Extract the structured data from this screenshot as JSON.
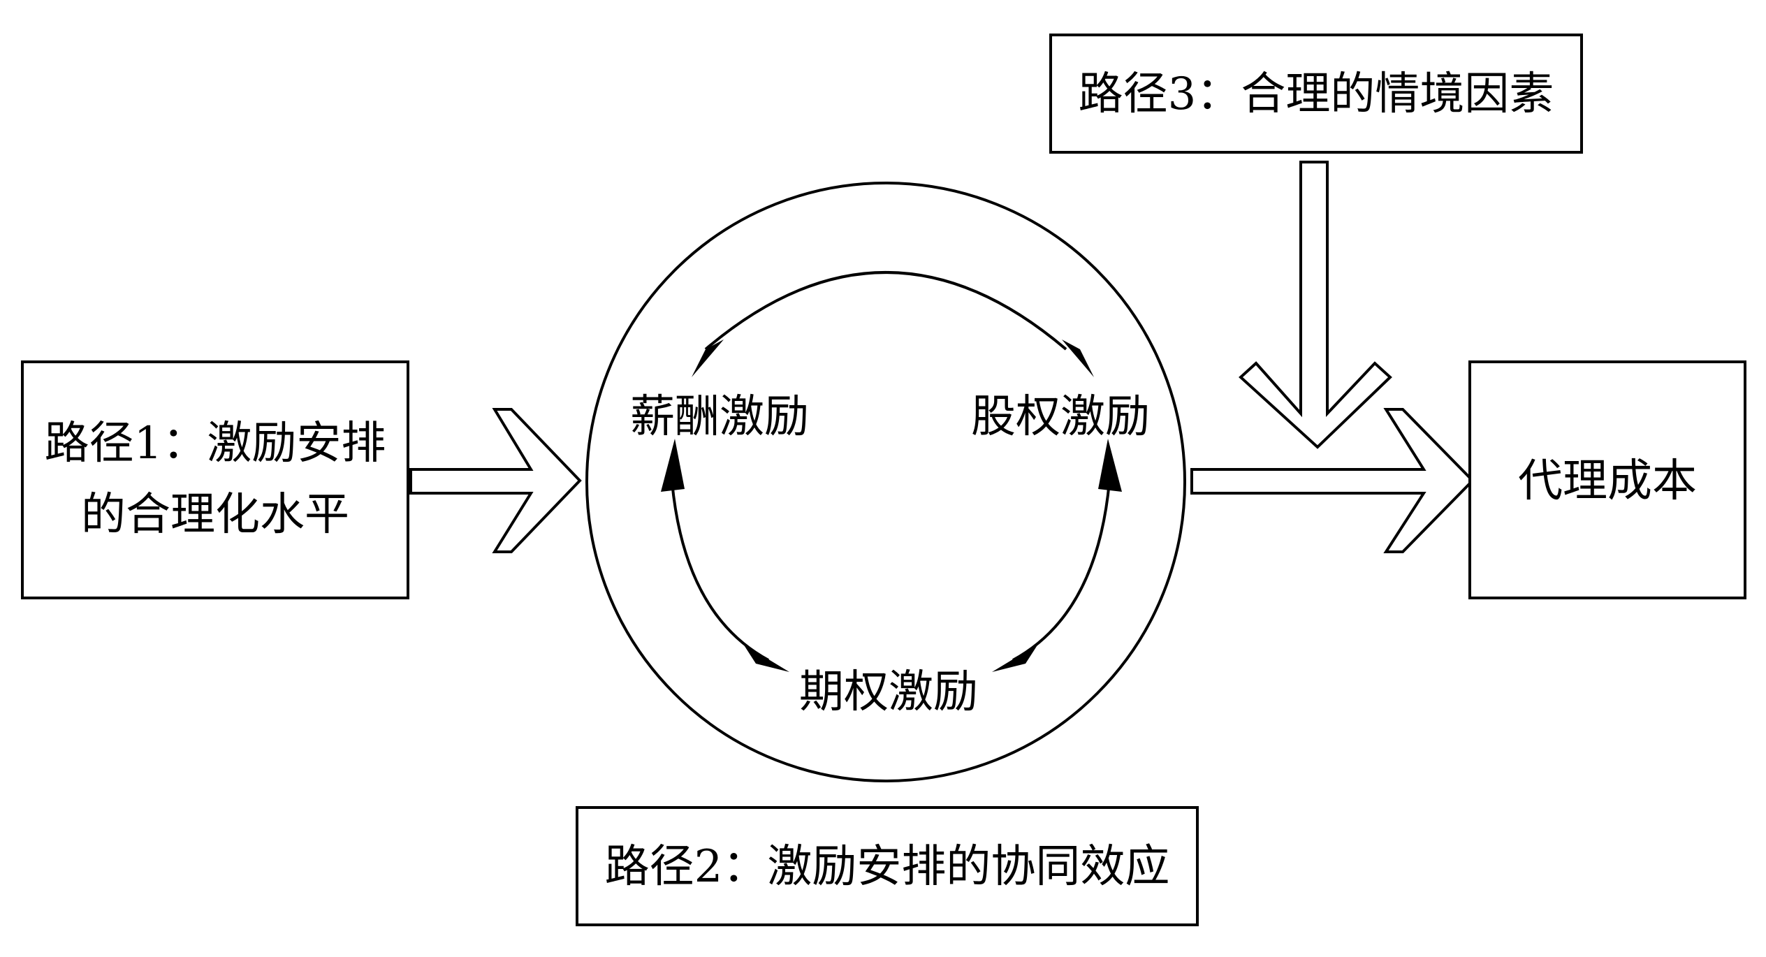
{
  "path1": {
    "line1": "路径1：激励安排",
    "line2": "的合理化水平"
  },
  "path2": {
    "label": "路径2：激励安排的协同效应"
  },
  "path3": {
    "label": "路径3：合理的情境因素"
  },
  "incentives": {
    "salary": "薪酬激励",
    "equity": "股权激励",
    "option": "期权激励"
  },
  "outcome": {
    "label": "代理成本"
  }
}
